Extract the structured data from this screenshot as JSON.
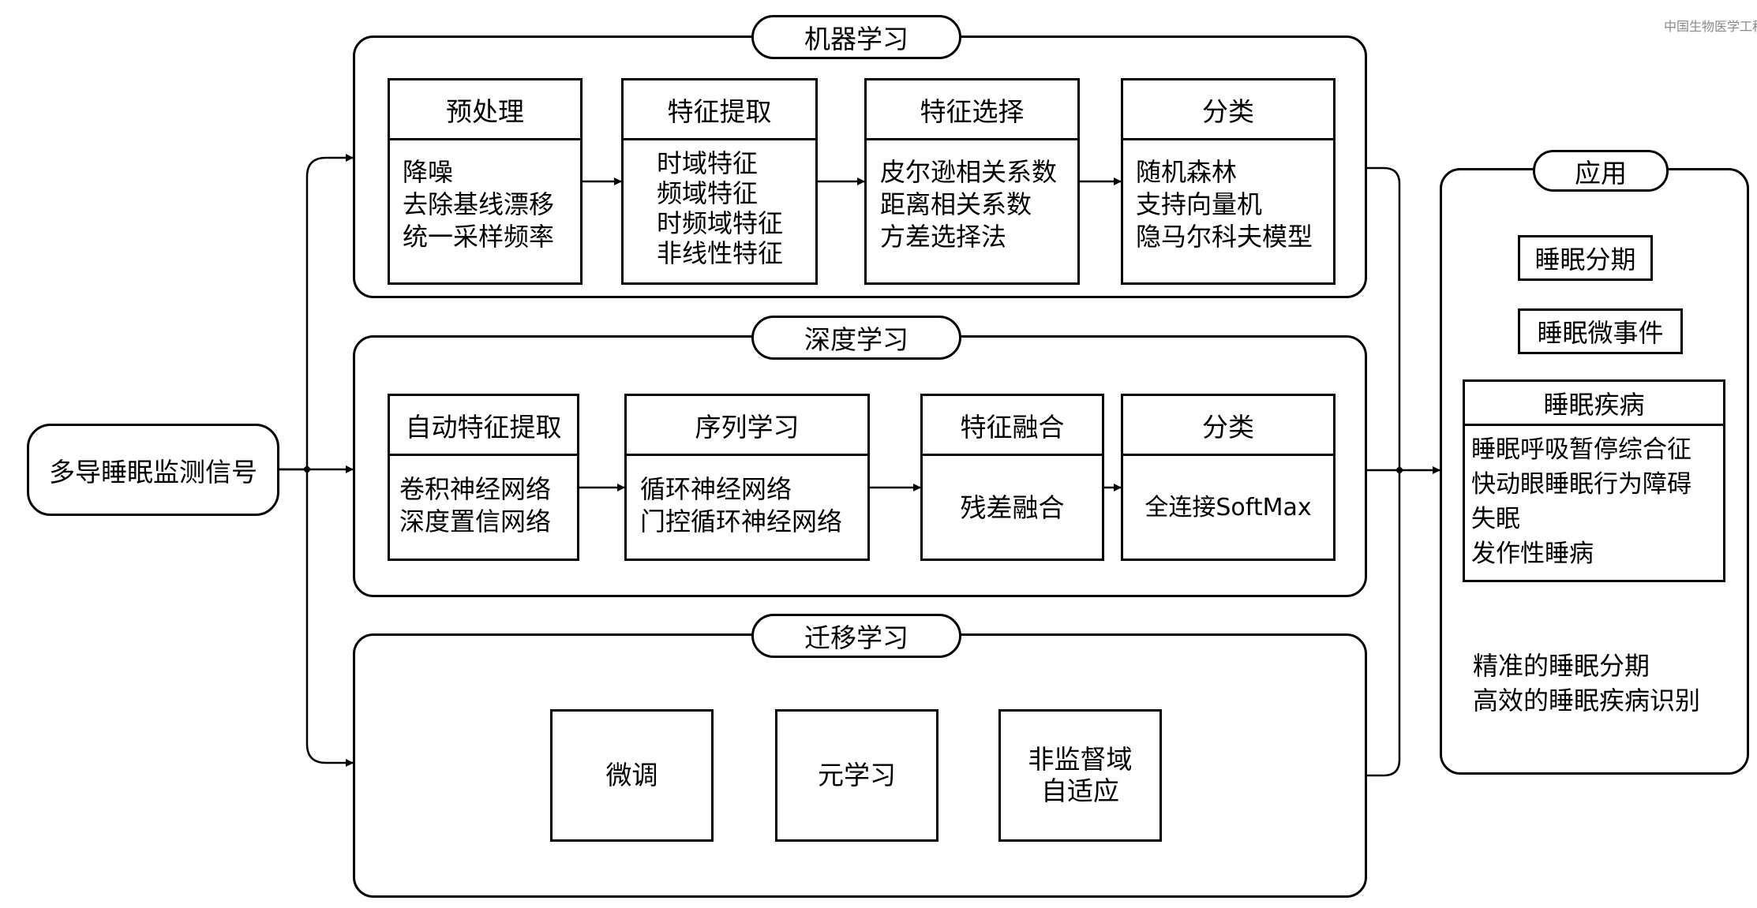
{
  "input": "多导睡眠监测信号",
  "ml": {
    "title": "机器学习",
    "stages": [
      {
        "title": "预处理",
        "items": [
          "降噪",
          "去除基线漂移",
          "统一采样频率"
        ]
      },
      {
        "title": "特征提取",
        "items": [
          "时域特征",
          "频域特征",
          "时频域特征",
          "非线性特征"
        ]
      },
      {
        "title": "特征选择",
        "items": [
          "皮尔逊相关系数",
          "距离相关系数",
          "方差选择法"
        ]
      },
      {
        "title": "分类",
        "items": [
          "随机森林",
          "支持向量机",
          "隐马尔科夫模型"
        ]
      }
    ]
  },
  "dl": {
    "title": "深度学习",
    "stages": [
      {
        "title": "自动特征提取",
        "items": [
          "卷积神经网络",
          "深度置信网络"
        ]
      },
      {
        "title": "序列学习",
        "items": [
          "循环神经网络",
          "门控循环神经网络"
        ]
      },
      {
        "title": "特征融合",
        "items": [
          "残差融合"
        ]
      },
      {
        "title": "分类",
        "items": [
          "全连接SoftMax"
        ]
      }
    ]
  },
  "tl": {
    "title": "迁移学习",
    "methods": [
      {
        "lines": [
          "微调"
        ]
      },
      {
        "lines": [
          "元学习"
        ]
      },
      {
        "lines": [
          "非监督域",
          "自适应"
        ]
      }
    ]
  },
  "app": {
    "title": "应用",
    "tags": [
      "睡眠分期",
      "睡眠微事件"
    ],
    "disease": {
      "title": "睡眠疾病",
      "items": [
        "睡眠呼吸暂停综合征",
        "快动眼睡眠行为障碍",
        "失眠",
        "发作性睡病"
      ]
    },
    "goals": [
      "精准的睡眠分期",
      "高效的睡眠疾病识别"
    ]
  },
  "watermark": "中国生物医学工程学报"
}
